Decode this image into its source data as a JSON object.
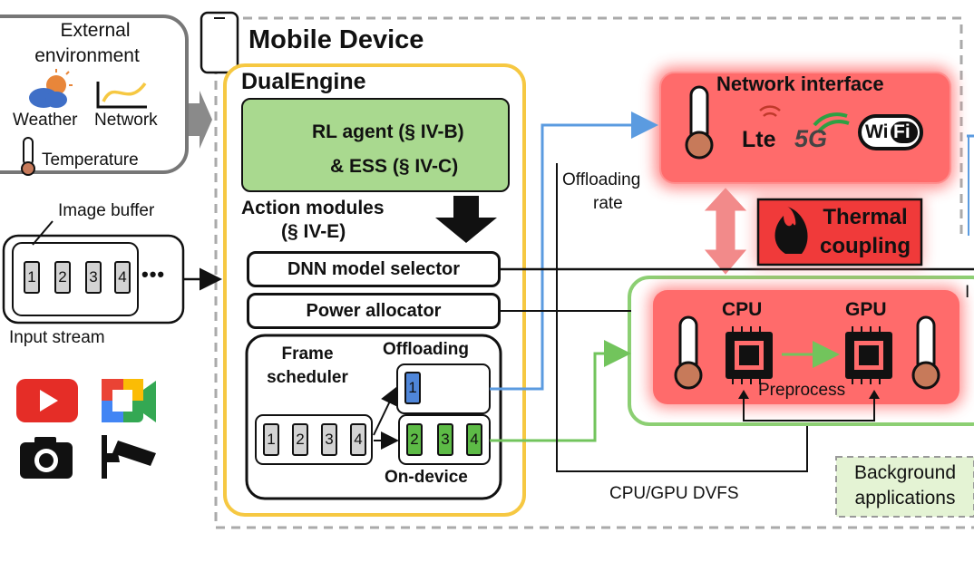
{
  "external": {
    "title_line1": "External",
    "title_line2": "environment",
    "weather": "Weather",
    "network": "Network",
    "temperature": "Temperature"
  },
  "input": {
    "buffer_label": "Image buffer",
    "stream_label": "Input stream",
    "cells": [
      "1",
      "2",
      "3",
      "4"
    ],
    "more": "•••"
  },
  "device": {
    "title": "Mobile Device"
  },
  "dualengine": {
    "title": "DualEngine",
    "agent_line1": "RL agent (§ IV-B)",
    "agent_line2": "& ESS (§ IV-C)",
    "action_line1": "Action modules",
    "action_line2": "(§ IV-E)",
    "dnn_selector": "DNN model selector",
    "power_allocator": "Power allocator",
    "scheduler_line1": "Frame",
    "scheduler_line2": "scheduler",
    "offloading": "Offloading",
    "ondevice": "On-device",
    "queue": [
      "1",
      "2",
      "3",
      "4"
    ],
    "offload_queue": [
      "1"
    ],
    "ondevice_queue": [
      "2",
      "3",
      "4"
    ]
  },
  "network": {
    "title": "Network interface",
    "lte": "Lte",
    "fiveg": "5G",
    "wifi_wi": "Wi",
    "wifi_fi": "Fi"
  },
  "thermal": {
    "line1": "Thermal",
    "line2": "coupling"
  },
  "labels": {
    "offload_rate_line1": "Offloading",
    "offload_rate_line2": "rate",
    "dvfs": "CPU/GPU DVFS",
    "edge_letter": "I"
  },
  "soc": {
    "cpu": "CPU",
    "gpu": "GPU",
    "preprocess": "Preprocess"
  },
  "background": {
    "line1": "Background",
    "line2": "applications"
  },
  "colors": {
    "yellow": "#f6c842",
    "green_box": "#a9d98f",
    "green_line": "#72c45c",
    "blue_line": "#5b9be0",
    "red_glow": "#ff5c5c",
    "thermal_red": "#f03a3a"
  }
}
